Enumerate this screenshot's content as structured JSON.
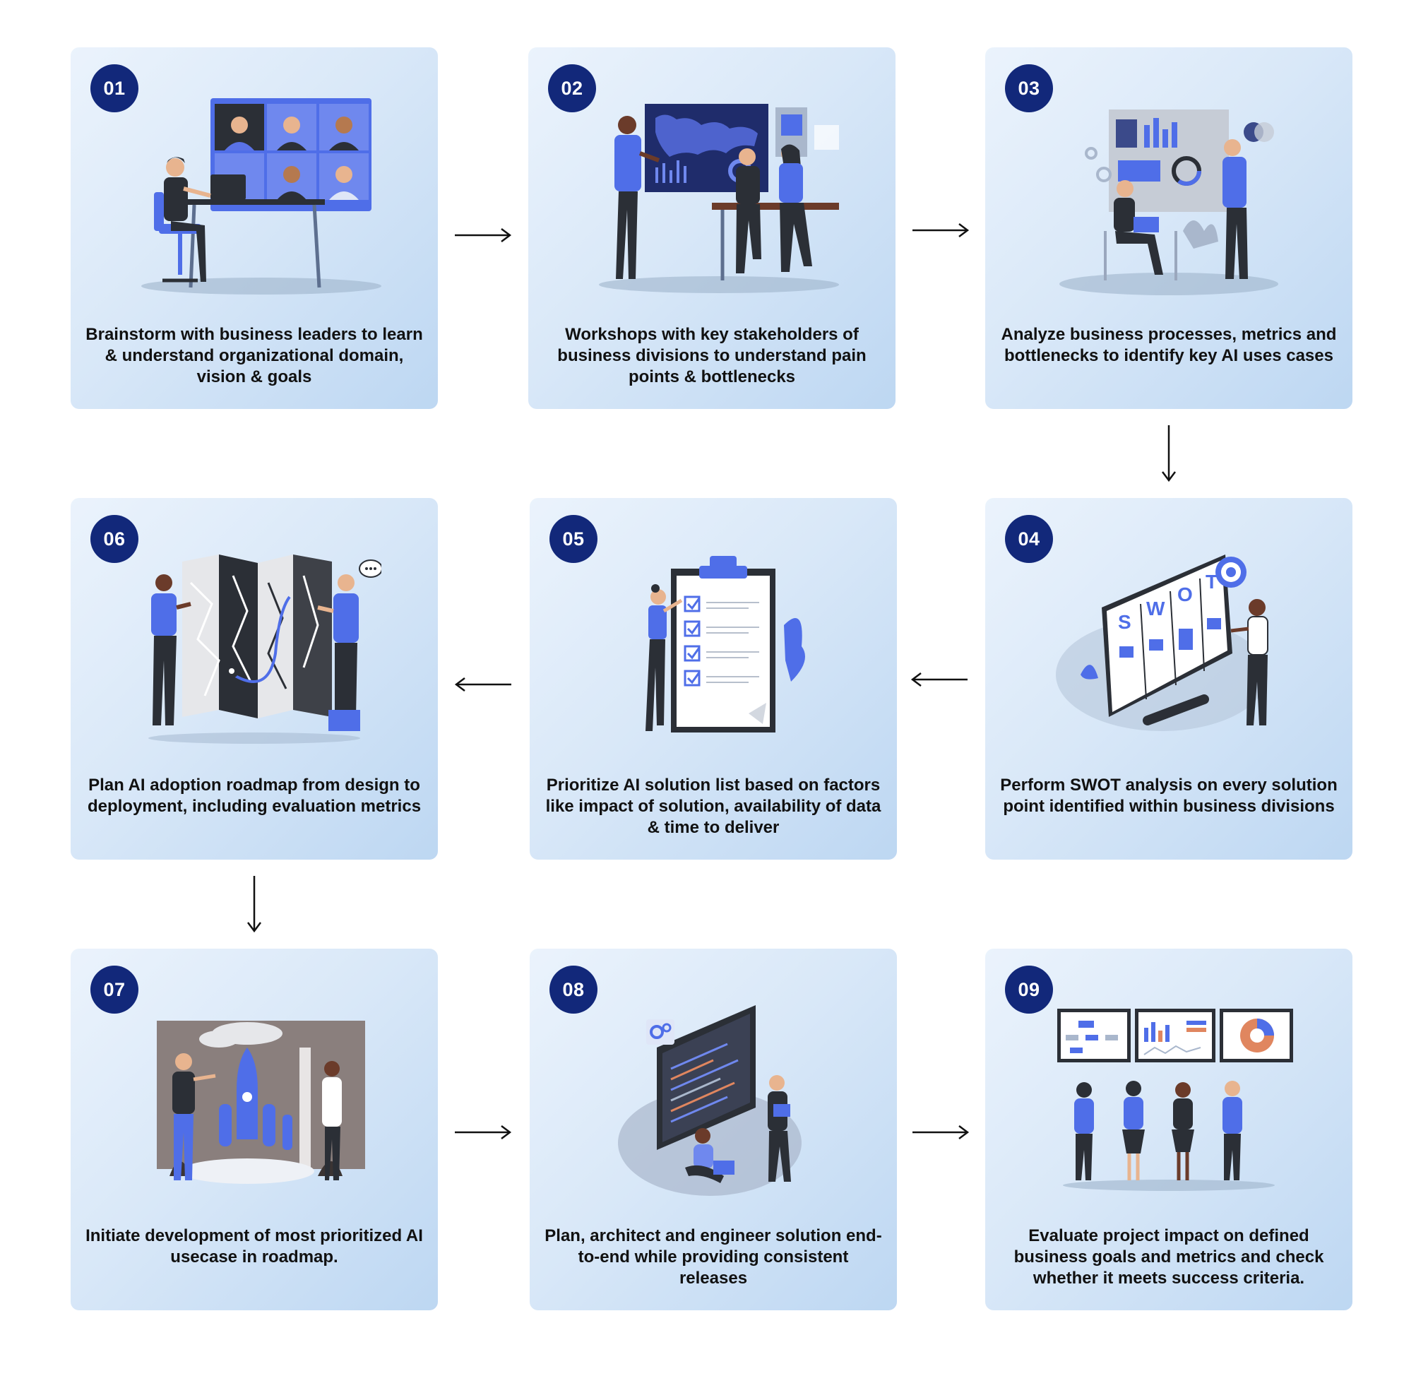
{
  "steps": [
    {
      "number": "01",
      "text": "Brainstorm with business leaders to learn & understand organizational domain, vision & goals"
    },
    {
      "number": "02",
      "text": "Workshops with key stakeholders of business divisions to understand pain points & bottlenecks"
    },
    {
      "number": "03",
      "text": "Analyze business processes, metrics and bottlenecks to identify key AI uses cases"
    },
    {
      "number": "04",
      "text": "Perform SWOT analysis on every solution point identified within business divisions"
    },
    {
      "number": "05",
      "text": "Prioritize AI solution list based on factors like impact of solution, availability of data & time to deliver"
    },
    {
      "number": "06",
      "text": "Plan AI adoption roadmap from design to deployment, including evaluation metrics"
    },
    {
      "number": "07",
      "text": "Initiate development of most prioritized AI usecase in roadmap."
    },
    {
      "number": "08",
      "text": "Plan, architect and engineer solution end-to-end while providing consistent releases"
    },
    {
      "number": "09",
      "text": "Evaluate project impact on defined business goals and metrics and check whether it meets success criteria."
    }
  ],
  "swot_letters": [
    "S",
    "W",
    "O",
    "T"
  ],
  "colors": {
    "badge": "#12287a",
    "accent": "#4f6ee8",
    "dark": "#2b2f36",
    "card_light": "#ebf3fc",
    "card_dark": "#bdd7f2"
  }
}
